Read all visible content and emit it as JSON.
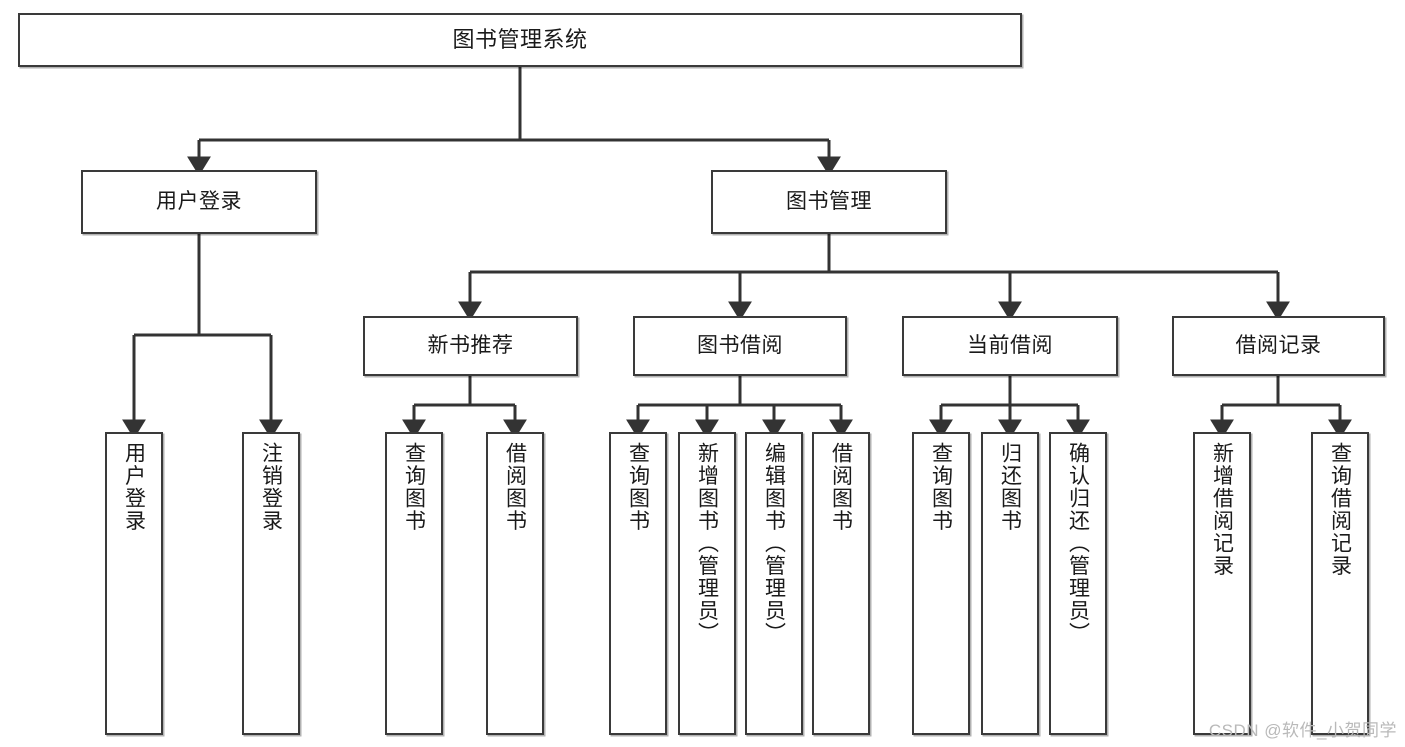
{
  "diagram": {
    "title": "图书管理系统",
    "type": "tree-hierarchy",
    "watermark": "CSDN @软件_小贺同学",
    "colors": {
      "box_border": "#3a3a3a",
      "box_fill": "#ffffff",
      "connector": "#333333",
      "text": "#1a1a1a",
      "watermark": "#b9b9b9",
      "background": "#ffffff"
    },
    "nodes": {
      "root": {
        "label": "图书管理系统"
      },
      "level2": [
        {
          "label": "用户登录"
        },
        {
          "label": "图书管理"
        }
      ],
      "level3": [
        {
          "label": "新书推荐"
        },
        {
          "label": "图书借阅"
        },
        {
          "label": "当前借阅"
        },
        {
          "label": "借阅记录"
        }
      ],
      "leaves": {
        "user_login": [
          {
            "label": "用户登录"
          },
          {
            "label": "注销登录"
          }
        ],
        "new_book_recommend": [
          {
            "label": "查询图书"
          },
          {
            "label": "借阅图书"
          }
        ],
        "book_borrow": [
          {
            "label": "查询图书"
          },
          {
            "label": "新增图书（管理员）"
          },
          {
            "label": "编辑图书（管理员）"
          },
          {
            "label": "借阅图书"
          }
        ],
        "current_borrow": [
          {
            "label": "查询图书"
          },
          {
            "label": "归还图书"
          },
          {
            "label": "确认归还（管理员）"
          }
        ],
        "borrow_record": [
          {
            "label": "新增借阅记录"
          },
          {
            "label": "查询借阅记录"
          }
        ]
      }
    }
  }
}
